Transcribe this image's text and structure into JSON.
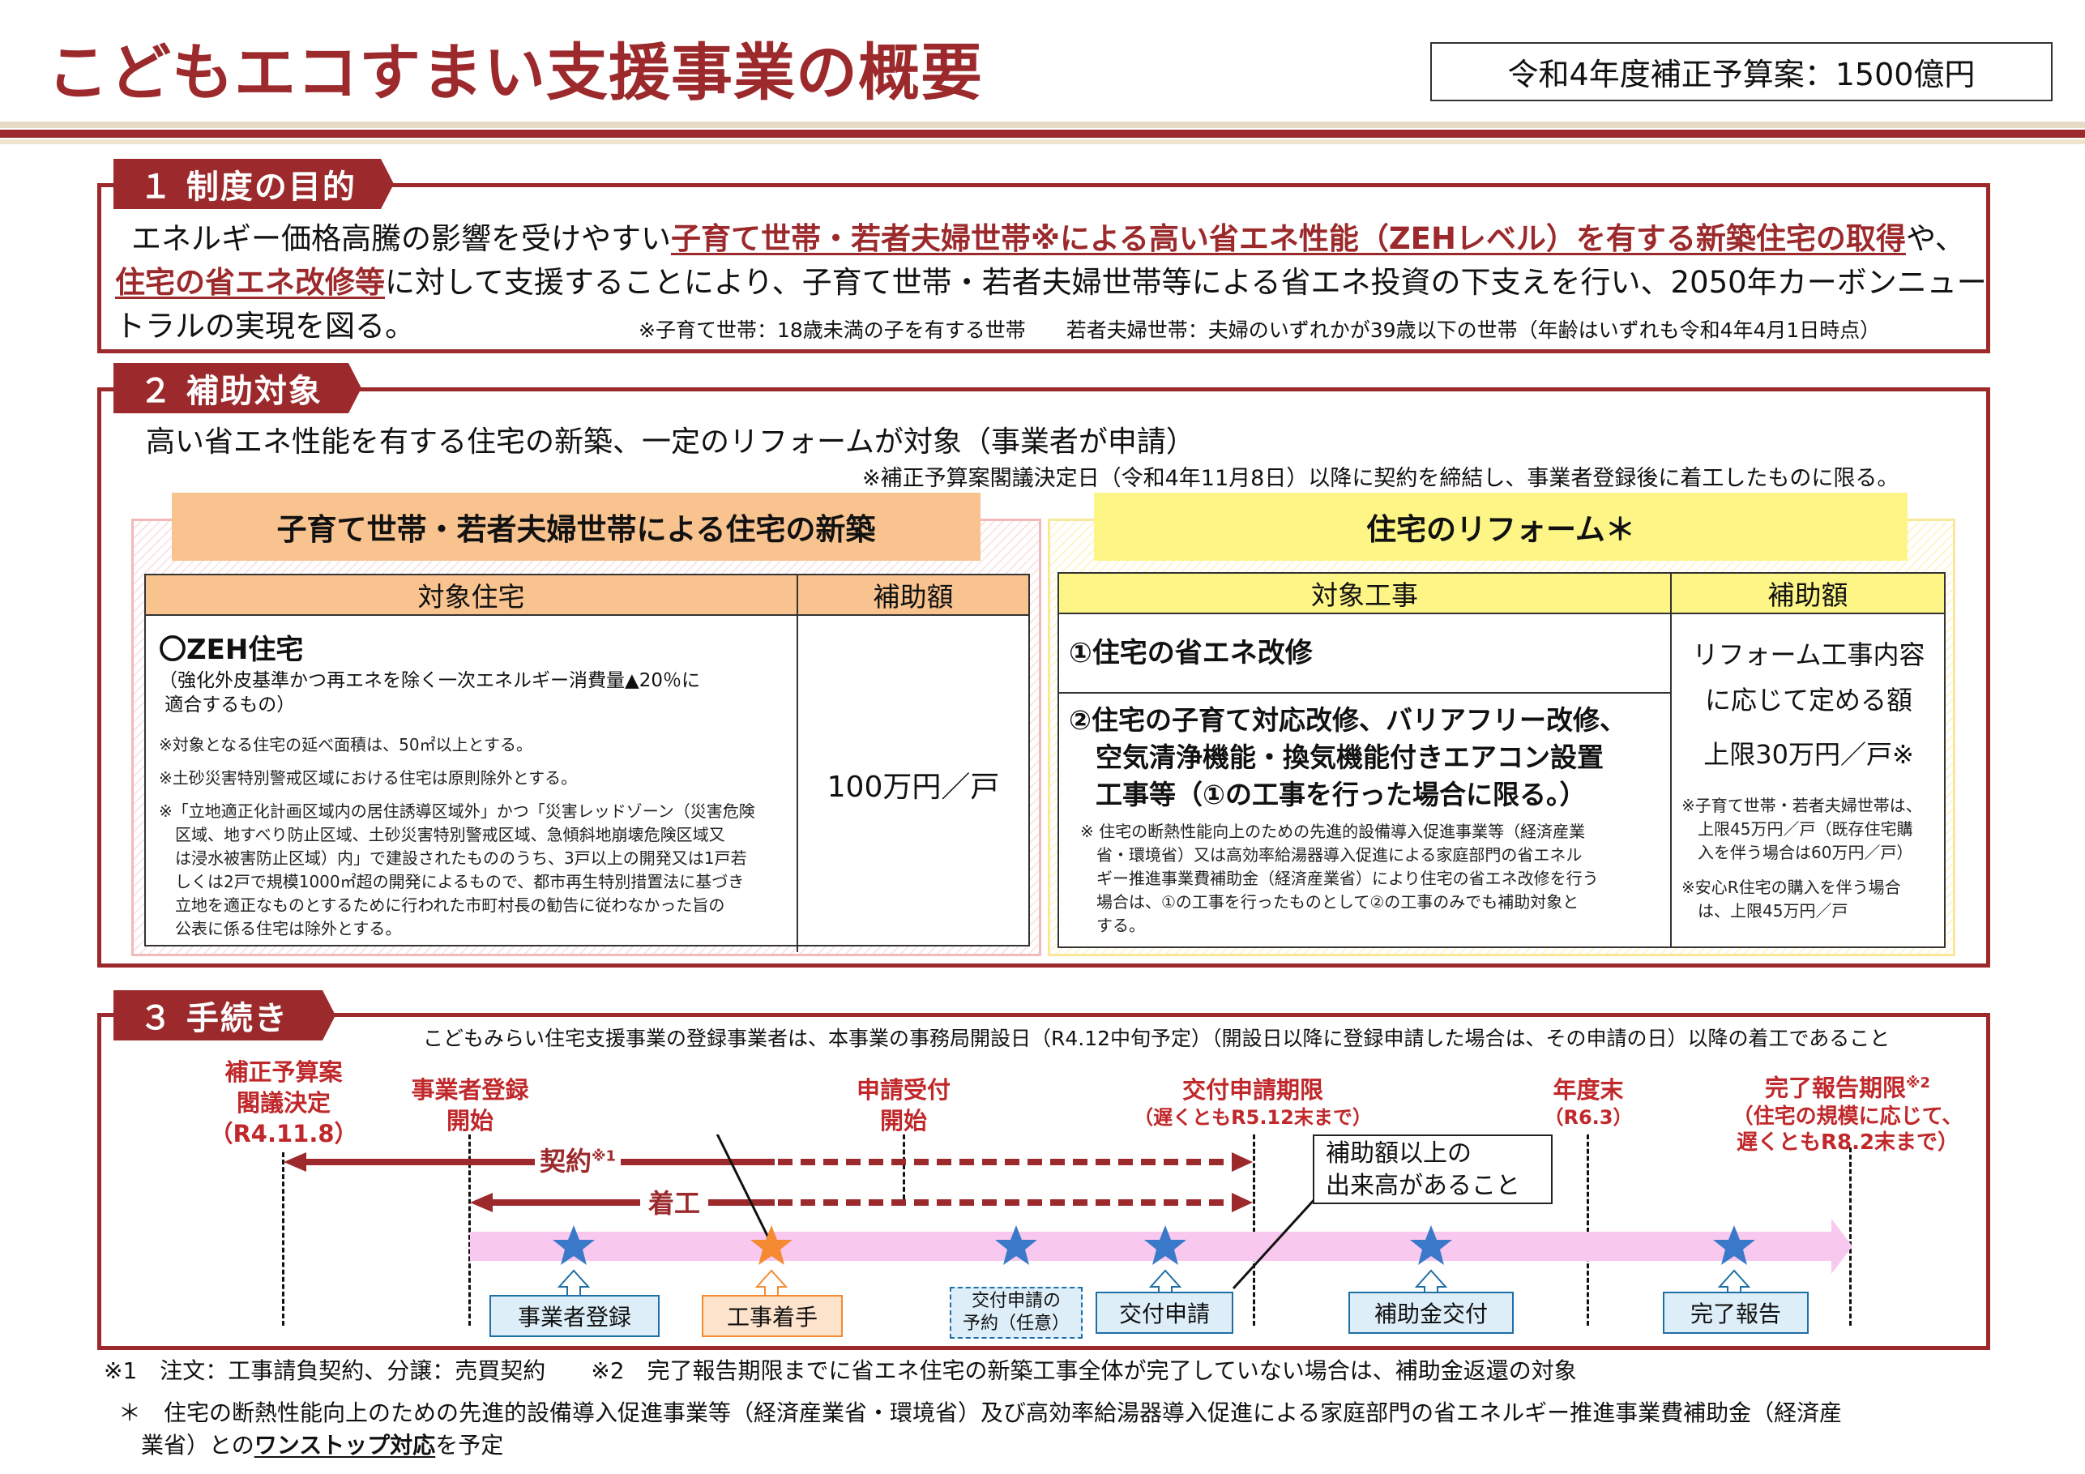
{
  "header": {
    "title": "こどもエコすまい支援事業の概要",
    "budget": "令和4年度補正予算案：1500億円"
  },
  "colors": {
    "accent": "#9c2a2c",
    "new_build_header": "#f8c38f",
    "reform_header": "#fdf586",
    "timeline_arrow": "#f8c8ee",
    "star": "#3a79c9",
    "star_start": "#f58a32",
    "step_border": "#1e6fa5"
  },
  "section1": {
    "tab": "１ 制度の目的",
    "l1_a": "エネルギー価格高騰の影響を受けやすい",
    "l1_u": "子育て世帯・若者夫婦世帯※による高い省エネ性能（ZEHレベル）を有する新築住宅の取得",
    "l1_b": "や、",
    "l2_u": "住宅の省エネ改修等",
    "l2_b": "に対して支援することにより、子育て世帯・若者夫婦世帯等による省エネ投資の下支えを行い、2050年カーボンニュー",
    "l3": "トラルの実現を図る。",
    "note": "※子育て世帯：18歳未満の子を有する世帯　　若者夫婦世帯：夫婦のいずれかが39歳以下の世帯（年齢はいずれも令和4年4月1日時点）"
  },
  "section2": {
    "tab": "２ 補助対象",
    "lead": "高い省エネ性能を有する住宅の新築、一定のリフォームが対象（事業者が申請）",
    "note": "※補正予算案閣議決定日（令和4年11月8日）以降に契約を締結し、事業者登録後に着工したものに限る。",
    "new_build": {
      "title": "子育て世帯・若者夫婦世帯による住宅の新築",
      "col1": "対象住宅",
      "col2": "補助額",
      "item": "〇ZEH住宅",
      "item_desc": "（強化外皮基準かつ再エネを除く一次エネルギー消費量▲20％に\n 適合するもの）",
      "note1": "※対象となる住宅の延べ面積は、50㎡以上とする。",
      "note2": "※土砂災害特別警戒区域における住宅は原則除外とする。",
      "note3": "※「立地適正化計画区域内の居住誘導区域外」かつ「災害レッドゾーン（災害危険\n　区域、地すべり防止区域、土砂災害特別警戒区域、急傾斜地崩壊危険区域又\n　は浸水被害防止区域）内」で建設されたもののうち、3戸以上の開発又は1戸若\n　しくは2戸で規模1000㎡超の開発によるもので、都市再生特別措置法に基づき\n　立地を適正なものとするために行われた市町村長の勧告に従わなかった旨の\n　公表に係る住宅は除外とする。",
      "amount": "100万円／戸"
    },
    "reform": {
      "title": "住宅のリフォーム＊",
      "col1": "対象工事",
      "col2": "補助額",
      "item1": "①住宅の省エネ改修",
      "item2": "②住宅の子育て対応改修、バリアフリー改修、\n　空気清浄機能・換気機能付きエアコン設置\n　工事等（①の工事を行った場合に限る。）",
      "item_note": "※ 住宅の断熱性能向上のための先進的設備導入促進事業等（経済産業\n　省・環境省）又は高効率給湯器導入促進による家庭部門の省エネル\n　ギー推進事業費補助金（経済産業省）により住宅の省エネ改修を行う\n　場合は、①の工事を行ったものとして②の工事のみでも補助対象と\n　する。",
      "amount1": "リフォーム工事内容\nに応じて定める額",
      "amount2": "上限30万円／戸※",
      "amount_note1": "※子育て世帯・若者夫婦世帯は、\n　上限45万円／戸（既存住宅購\n　入を伴う場合は60万円／戸）",
      "amount_note2": "※安心R住宅の購入を伴う場合\n　は、上限45万円／戸"
    }
  },
  "section3": {
    "tab": "３ 手続き",
    "callout": "こどもみらい住宅支援事業の登録事業者は、本事業の事務局開設日（R4.12中旬予定）（開設日以降に登録申請した場合は、その申請の日）以降の着工であること",
    "m1": "補正予算案\n閣議決定",
    "m1_date": "（R4.11.8）",
    "m2": "事業者登録\n開始",
    "m3": "申請受付\n開始",
    "m4": "交付申請期限",
    "m4_sub": "（遅くともR5.12末まで）",
    "m5": "年度末",
    "m5_sub": "（R6.3）",
    "m6": "完了報告期限",
    "m6_sup": "※2",
    "m6_sub": "（住宅の規模に応じて、\n遅くともR8.2末まで）",
    "contract": "契約",
    "contract_sup": "※1",
    "construction": "着工",
    "box": "補助額以上の\n出来高があること",
    "step1": "事業者登録",
    "step2": "工事着手",
    "step3": "交付申請の\n予約（任意）",
    "step4": "交付申請",
    "step5": "補助金交付",
    "step6": "完了報告"
  },
  "footer": {
    "f1": "※1　注文：工事請負契約、分譲：売買契約　　※2　完了報告期限までに省エネ住宅の新築工事全体が完了していない場合は、補助金返還の対象",
    "f2_a": "＊　住宅の断熱性能向上のための先進的設備導入促進事業等（経済産業省・環境省）及び高効率給湯器導入促進による家庭部門の省エネルギー推進事業費補助金（経済産",
    "f3_a": "　業省）との",
    "f3_u": "ワンストップ対応",
    "f3_b": "を予定"
  }
}
